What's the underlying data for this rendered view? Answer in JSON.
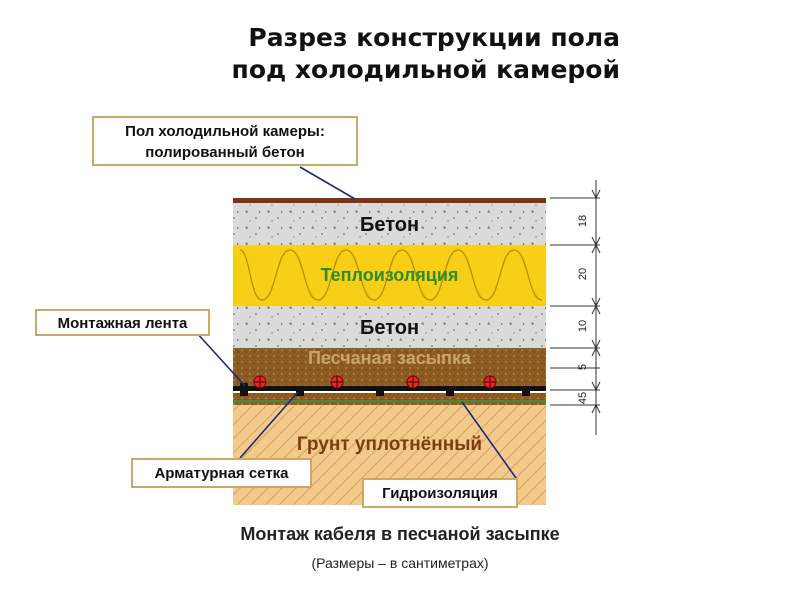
{
  "title": {
    "line1": "Разрез конструкции пола",
    "line2": "под холодильной камерой"
  },
  "layers": {
    "concrete_top": "Бетон",
    "insulation": "Теплоизоляция",
    "concrete_mid": "Бетон",
    "sand": "Песчаная засыпка",
    "soil": "Грунт уплотнённый"
  },
  "callouts": {
    "floor": {
      "line1": "Пол холодильной камеры:",
      "line2": "полированный бетон"
    },
    "tape": "Монтажная лента",
    "mesh": "Арматурная сетка",
    "waterproofing": "Гидроизоляция"
  },
  "dimensions": [
    "18",
    "20",
    "10",
    "5",
    "45"
  ],
  "caption": {
    "main": "Монтаж кабеля в песчаной засыпке",
    "note": "(Размеры – в сантиметрах)"
  },
  "colors": {
    "concrete": "#d9d9d9",
    "insulation": "#f7cf16",
    "insulation_text": "#2e8b2e",
    "sand": "#8a5a1e",
    "sand_text": "#c8a46a",
    "soil": "#f2c98a",
    "soil_text": "#7a3f10",
    "floor_top": "#7a3316",
    "cable": "#e02a2a",
    "callout_border": "#c9a86a",
    "leader": "#1f2a7a"
  }
}
